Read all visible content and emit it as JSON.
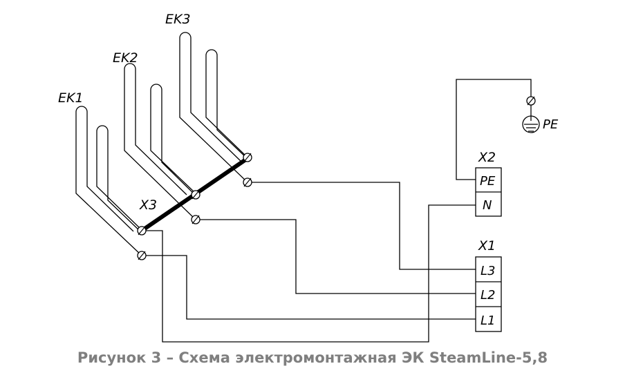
{
  "diagram": {
    "heaters": [
      "EK1",
      "EK2",
      "EK3"
    ],
    "bus_label": "X3",
    "ground_label": "PE",
    "blocks": [
      {
        "name": "X2",
        "pins": [
          "PE",
          "N"
        ]
      },
      {
        "name": "X1",
        "pins": [
          "L3",
          "L2",
          "L1"
        ]
      }
    ]
  },
  "caption": "Рисунок 3 – Схема электромонтажная ЭК SteamLine-5,8"
}
